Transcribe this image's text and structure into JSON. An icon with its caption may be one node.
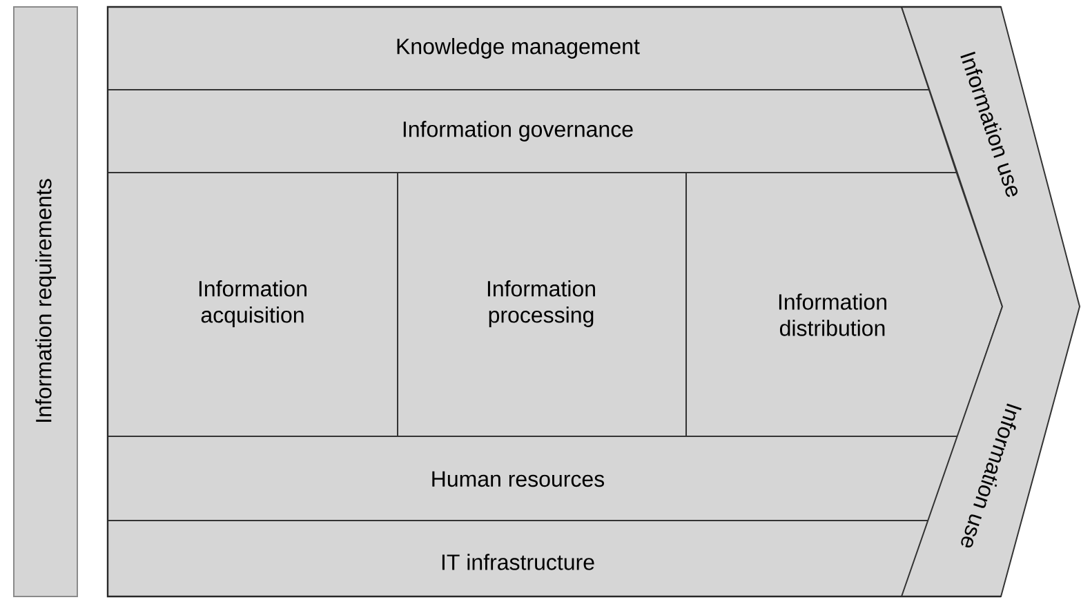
{
  "diagram": {
    "nodes": [
      {
        "text": [
          "Information requirements"
        ]
      },
      {
        "text": [
          "Knowledge management"
        ]
      },
      {
        "text": [
          "Information governance"
        ]
      },
      {
        "text": [
          "Information acquisition"
        ]
      },
      {
        "text": [
          "Information processing"
        ]
      },
      {
        "text": [
          "Information distribution"
        ]
      },
      {
        "text": [
          "Human resources"
        ]
      },
      {
        "text": [
          "IT infrastructure"
        ]
      },
      {
        "text": [
          "Information use",
          "Information use"
        ]
      }
    ]
  }
}
